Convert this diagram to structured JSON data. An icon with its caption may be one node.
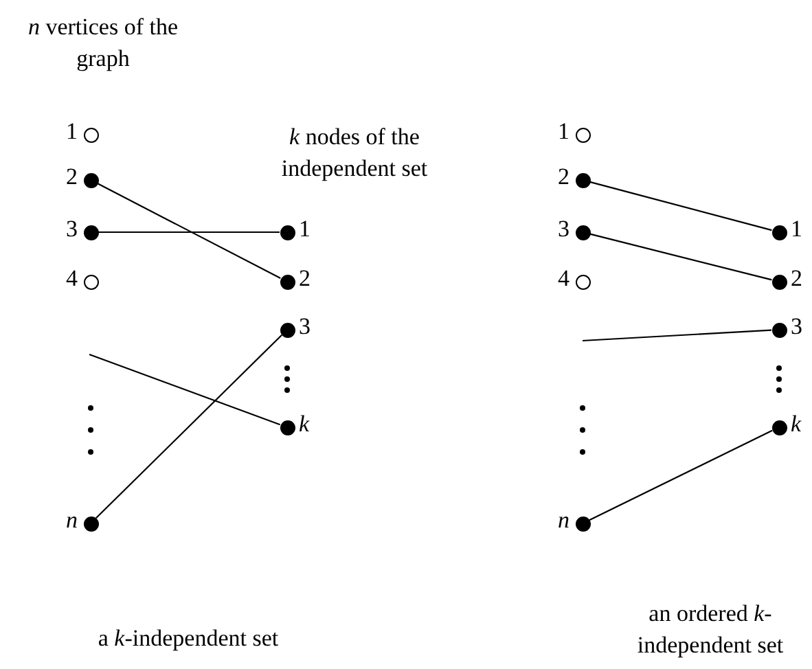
{
  "diagram": {
    "nodes": [
      {
        "text": [],
        "shape": "circle",
        "beside": [
          "1"
        ]
      },
      {
        "text": [],
        "shape": "dot",
        "beside": [
          "2"
        ]
      },
      {
        "text": [],
        "shape": "dot",
        "beside": [
          "3"
        ]
      },
      {
        "text": [],
        "shape": "circle",
        "beside": [
          "4"
        ]
      },
      {
        "text": [],
        "shape": "dot",
        "beside": [
          "n"
        ]
      },
      {
        "text": [],
        "shape": "dot",
        "beside": [
          "1"
        ]
      },
      {
        "text": [],
        "shape": "dot",
        "beside": [
          "2"
        ]
      },
      {
        "text": [],
        "shape": "dot",
        "beside": [
          "3"
        ]
      },
      {
        "text": [],
        "shape": "dot",
        "beside": [
          "k"
        ]
      },
      {
        "text": [],
        "shape": "circle",
        "beside": [
          "1"
        ]
      },
      {
        "text": [],
        "shape": "dot",
        "beside": [
          "2"
        ]
      },
      {
        "text": [],
        "shape": "dot",
        "beside": [
          "3"
        ]
      },
      {
        "text": [],
        "shape": "circle",
        "beside": [
          "4"
        ]
      },
      {
        "text": [],
        "shape": "dot",
        "beside": [
          "n"
        ]
      },
      {
        "text": [],
        "shape": "dot",
        "beside": [
          "1"
        ]
      },
      {
        "text": [],
        "shape": "dot",
        "beside": [
          "2"
        ]
      },
      {
        "text": [],
        "shape": "dot",
        "beside": [
          "3"
        ]
      },
      {
        "text": [],
        "shape": "dot",
        "beside": [
          "k"
        ]
      }
    ],
    "edges": [
      {
        "from": 1,
        "to": 6,
        "arrow": "none"
      },
      {
        "from": 2,
        "to": 5,
        "arrow": "none"
      },
      {
        "from": null,
        "to": 8,
        "arrow": "none"
      },
      {
        "from": 4,
        "to": 7,
        "arrow": "none"
      },
      {
        "from": 10,
        "to": 14,
        "arrow": "none"
      },
      {
        "from": 11,
        "to": 15,
        "arrow": "none"
      },
      {
        "from": null,
        "to": 16,
        "arrow": "none"
      },
      {
        "from": 13,
        "to": 17,
        "arrow": "none"
      }
    ],
    "labels": [
      "*n* vertices of the graph",
      "*k* nodes of the independent set",
      "a *k*-independent set",
      "an ordered *k*-independent set"
    ]
  }
}
